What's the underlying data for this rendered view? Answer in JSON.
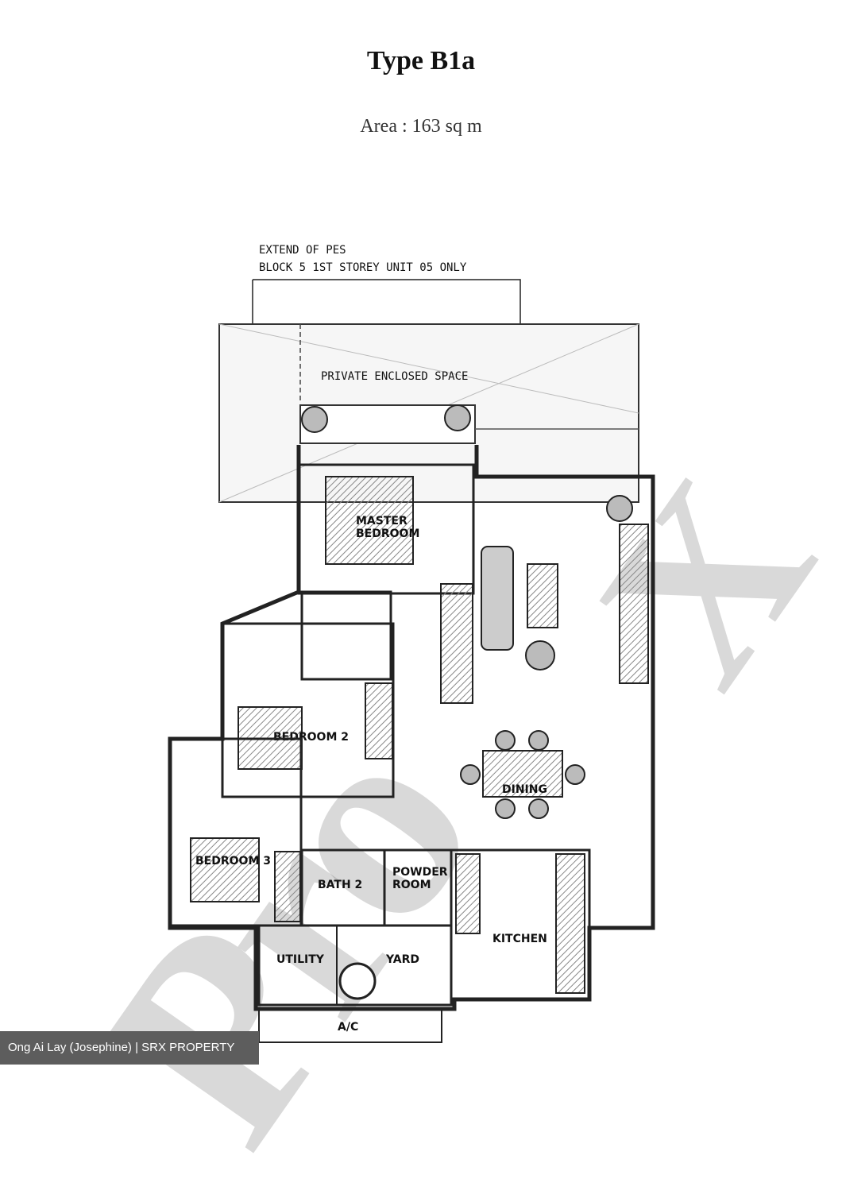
{
  "title": "Type B1a",
  "area": "Area : 163 sq m",
  "note": {
    "line1": "EXTEND OF PES",
    "line2": "BLOCK 5 1ST STOREY UNIT  05 ONLY"
  },
  "rooms": {
    "pes": "PRIVATE ENCLOSED SPACE",
    "master": "MASTER",
    "master2": "BEDROOM",
    "bedroom2": "BEDROOM 2",
    "bedroom3": "BEDROOM 3",
    "dining": "DINING",
    "bath2": "BATH 2",
    "powder1": "POWDER",
    "powder2": "ROOM",
    "kitchen": "KITCHEN",
    "utility": "UTILITY",
    "yard": "YARD",
    "ac": "A/C"
  },
  "watermark": {
    "left": "Pro",
    "right": "X"
  },
  "credit": "Ong Ai Lay (Josephine) | SRX PROPERTY"
}
